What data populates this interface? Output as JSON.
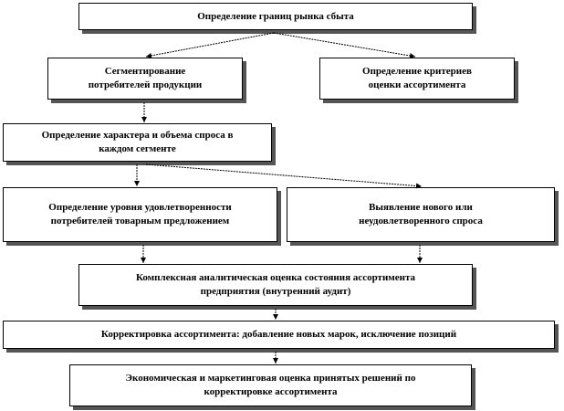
{
  "diagram": {
    "nodes": {
      "market_bounds": "Определение границ рынка сбыта",
      "segmentation": "Сегментирование\nпотребителей продукции",
      "criteria": "Определение критериев\nоценки ассортимента",
      "demand": "Определение характера и объема спроса в\nкаждом сегменте",
      "satisfaction": "Определение уровня удовлетворенности\nпотребителей товарным предложением",
      "new_demand": "Выявление нового или\nнеудовлетворенного  спроса",
      "audit": "Комплексная аналитическая оценка состояния ассортимента\nпредприятия (внутренний  аудит)",
      "correction": "Корректировка ассортимента: добавление новых марок,  исключение позиций",
      "evaluation": "Экономическая и маркетинговая оценка принятых решений по\nкорректировке ассортимента"
    },
    "edges": [
      [
        "market_bounds",
        "segmentation"
      ],
      [
        "market_bounds",
        "criteria"
      ],
      [
        "segmentation",
        "demand"
      ],
      [
        "demand",
        "satisfaction"
      ],
      [
        "demand",
        "new_demand"
      ],
      [
        "satisfaction",
        "audit"
      ],
      [
        "new_demand",
        "audit"
      ],
      [
        "audit",
        "correction"
      ],
      [
        "correction",
        "evaluation"
      ]
    ]
  }
}
